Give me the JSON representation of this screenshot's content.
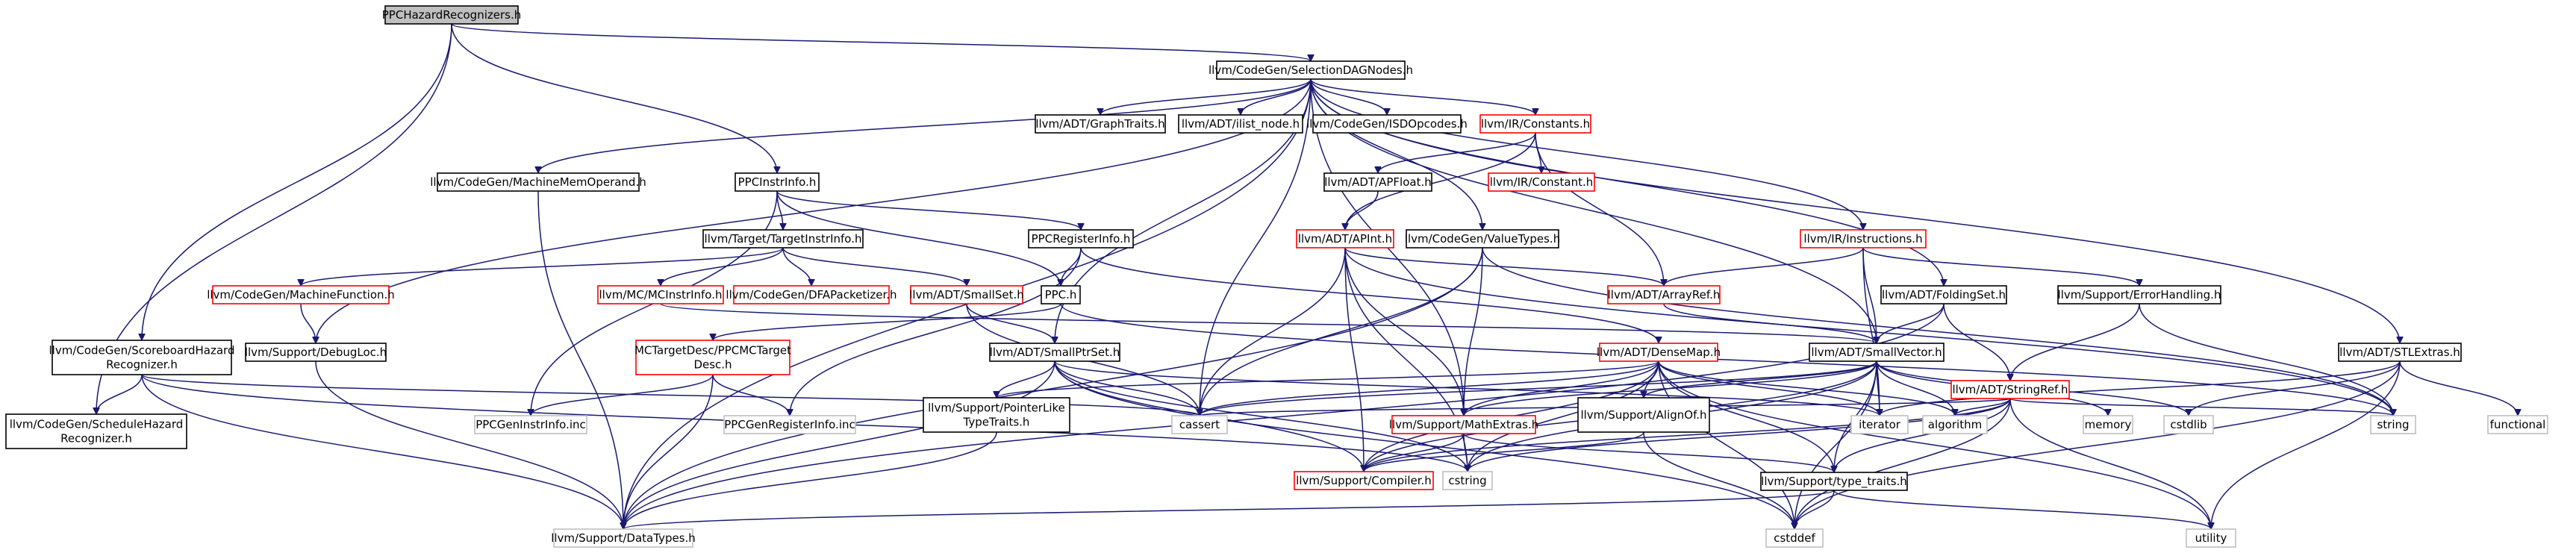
{
  "colors": {
    "edge": "#191970",
    "border_default": "#000000",
    "border_missing": "#ff0000",
    "border_external": "#bfbfbf",
    "fill_root": "#bfbfbf",
    "fill_default": "#ffffff"
  },
  "nodes": [
    {
      "id": "ppchr",
      "label": "PPCHazardRecognizers.h",
      "style": "root"
    },
    {
      "id": "sdn",
      "label": "llvm/CodeGen/SelectionDAGNodes.h",
      "style": "default"
    },
    {
      "id": "ppcinstr",
      "label": "PPCInstrInfo.h",
      "style": "default"
    },
    {
      "id": "schr",
      "label": [
        "llvm/CodeGen/ScoreboardHazard",
        "Recognizer.h"
      ],
      "style": "default"
    },
    {
      "id": "shr",
      "label": [
        "llvm/CodeGen/ScheduleHazard",
        "Recognizer.h"
      ],
      "style": "default"
    },
    {
      "id": "graphtraits",
      "label": "llvm/ADT/GraphTraits.h",
      "style": "default"
    },
    {
      "id": "ilist",
      "label": "llvm/ADT/ilist_node.h",
      "style": "default"
    },
    {
      "id": "isdop",
      "label": "llvm/CodeGen/ISDOpcodes.h",
      "style": "default"
    },
    {
      "id": "irconst",
      "label": "llvm/IR/Constants.h",
      "style": "missing"
    },
    {
      "id": "mmo",
      "label": "llvm/CodeGen/MachineMemOperand.h",
      "style": "default"
    },
    {
      "id": "apfloat",
      "label": "llvm/ADT/APFloat.h",
      "style": "default"
    },
    {
      "id": "irconstant",
      "label": "llvm/IR/Constant.h",
      "style": "missing"
    },
    {
      "id": "tii",
      "label": "llvm/Target/TargetInstrInfo.h",
      "style": "default"
    },
    {
      "id": "ppcreg",
      "label": "PPCRegisterInfo.h",
      "style": "default"
    },
    {
      "id": "apint",
      "label": "llvm/ADT/APInt.h",
      "style": "missing"
    },
    {
      "id": "vt",
      "label": "llvm/CodeGen/ValueTypes.h",
      "style": "default"
    },
    {
      "id": "irinst",
      "label": "llvm/IR/Instructions.h",
      "style": "missing"
    },
    {
      "id": "mf",
      "label": "llvm/CodeGen/MachineFunction.h",
      "style": "missing"
    },
    {
      "id": "mcii",
      "label": "llvm/MC/MCInstrInfo.h",
      "style": "missing"
    },
    {
      "id": "dfa",
      "label": "llvm/CodeGen/DFAPacketizer.h",
      "style": "missing"
    },
    {
      "id": "smallset",
      "label": "llvm/ADT/SmallSet.h",
      "style": "missing"
    },
    {
      "id": "ppch",
      "label": "PPC.h",
      "style": "default"
    },
    {
      "id": "arrayref",
      "label": "llvm/ADT/ArrayRef.h",
      "style": "missing"
    },
    {
      "id": "foldingset",
      "label": "llvm/ADT/FoldingSet.h",
      "style": "default"
    },
    {
      "id": "errh",
      "label": "llvm/Support/ErrorHandling.h",
      "style": "default"
    },
    {
      "id": "stlextras",
      "label": "llvm/ADT/STLExtras.h",
      "style": "default"
    },
    {
      "id": "debugloc",
      "label": "llvm/Support/DebugLoc.h",
      "style": "default"
    },
    {
      "id": "mcppc",
      "label": [
        "MCTargetDesc/PPCMCTarget",
        "Desc.h"
      ],
      "style": "missing"
    },
    {
      "id": "smallptrset",
      "label": "llvm/ADT/SmallPtrSet.h",
      "style": "default"
    },
    {
      "id": "densemap",
      "label": "llvm/ADT/DenseMap.h",
      "style": "missing"
    },
    {
      "id": "smallvector",
      "label": "llvm/ADT/SmallVector.h",
      "style": "default"
    },
    {
      "id": "stringref",
      "label": "llvm/ADT/StringRef.h",
      "style": "missing"
    },
    {
      "id": "ppcgeninstr",
      "label": "PPCGenInstrInfo.inc",
      "style": "external"
    },
    {
      "id": "ppcgenreg",
      "label": "PPCGenRegisterInfo.inc",
      "style": "external"
    },
    {
      "id": "pointerlike",
      "label": [
        "llvm/Support/PointerLike",
        "TypeTraits.h"
      ],
      "style": "default"
    },
    {
      "id": "cassert",
      "label": "cassert",
      "style": "external"
    },
    {
      "id": "mathextras",
      "label": "llvm/Support/MathExtras.h",
      "style": "missing"
    },
    {
      "id": "alignof",
      "label": [
        "llvm/Support/AlignOf.h",
        ""
      ],
      "style": "default"
    },
    {
      "id": "iterator",
      "label": "iterator",
      "style": "external"
    },
    {
      "id": "algorithm",
      "label": "algorithm",
      "style": "external"
    },
    {
      "id": "memory",
      "label": "memory",
      "style": "external"
    },
    {
      "id": "cstdlib",
      "label": "cstdlib",
      "style": "external"
    },
    {
      "id": "string",
      "label": "string",
      "style": "external"
    },
    {
      "id": "functional",
      "label": "functional",
      "style": "external"
    },
    {
      "id": "compiler",
      "label": "llvm/Support/Compiler.h",
      "style": "missing"
    },
    {
      "id": "cstring",
      "label": "cstring",
      "style": "external"
    },
    {
      "id": "typetraits",
      "label": "llvm/Support/type_traits.h",
      "style": "default"
    },
    {
      "id": "datatypes",
      "label": "llvm/Support/DataTypes.h",
      "style": "external"
    },
    {
      "id": "cstddef",
      "label": "cstddef",
      "style": "external"
    },
    {
      "id": "utility",
      "label": "utility",
      "style": "external"
    }
  ],
  "edges": [
    [
      "ppchr",
      "sdn"
    ],
    [
      "ppchr",
      "ppcinstr"
    ],
    [
      "ppchr",
      "schr"
    ],
    [
      "ppchr",
      "shr"
    ],
    [
      "sdn",
      "graphtraits"
    ],
    [
      "sdn",
      "ilist"
    ],
    [
      "sdn",
      "isdop"
    ],
    [
      "sdn",
      "irconst"
    ],
    [
      "sdn",
      "mmo"
    ],
    [
      "sdn",
      "vt"
    ],
    [
      "sdn",
      "irinst"
    ],
    [
      "sdn",
      "foldingset"
    ],
    [
      "sdn",
      "stlextras"
    ],
    [
      "sdn",
      "debugloc"
    ],
    [
      "sdn",
      "smallptrset"
    ],
    [
      "sdn",
      "smallvector"
    ],
    [
      "sdn",
      "mathextras"
    ],
    [
      "sdn",
      "cassert"
    ],
    [
      "sdn",
      "datatypes"
    ],
    [
      "irconst",
      "apfloat"
    ],
    [
      "irconst",
      "irconstant"
    ],
    [
      "irconst",
      "apint"
    ],
    [
      "irconst",
      "arrayref"
    ],
    [
      "apfloat",
      "apint"
    ],
    [
      "apint",
      "arrayref"
    ],
    [
      "apint",
      "mathextras"
    ],
    [
      "apint",
      "cassert"
    ],
    [
      "apint",
      "cstring"
    ],
    [
      "apint",
      "string"
    ],
    [
      "apint",
      "compiler"
    ],
    [
      "ppcinstr",
      "tii"
    ],
    [
      "ppcinstr",
      "ppcreg"
    ],
    [
      "ppcinstr",
      "ppch"
    ],
    [
      "ppcinstr",
      "ppcgeninstr"
    ],
    [
      "tii",
      "mf"
    ],
    [
      "tii",
      "mcii"
    ],
    [
      "tii",
      "dfa"
    ],
    [
      "tii",
      "smallset"
    ],
    [
      "mf",
      "debugloc"
    ],
    [
      "mcii",
      "smallvector"
    ],
    [
      "smallset",
      "smallptrset"
    ],
    [
      "smallset",
      "cassert"
    ],
    [
      "ppcreg",
      "ppch"
    ],
    [
      "ppcreg",
      "ppcgenreg"
    ],
    [
      "ppcreg",
      "densemap"
    ],
    [
      "ppch",
      "mcppc"
    ],
    [
      "ppch",
      "string"
    ],
    [
      "mcppc",
      "datatypes"
    ],
    [
      "mcppc",
      "ppcgeninstr"
    ],
    [
      "mcppc",
      "ppcgenreg"
    ],
    [
      "vt",
      "mathextras"
    ],
    [
      "vt",
      "datatypes"
    ],
    [
      "vt",
      "cassert"
    ],
    [
      "vt",
      "string"
    ],
    [
      "irinst",
      "arrayref"
    ],
    [
      "irinst",
      "smallvector"
    ],
    [
      "irinst",
      "errh"
    ],
    [
      "irinst",
      "iterator"
    ],
    [
      "arrayref",
      "smallvector"
    ],
    [
      "foldingset",
      "smallvector"
    ],
    [
      "foldingset",
      "stringref"
    ],
    [
      "foldingset",
      "datatypes"
    ],
    [
      "errh",
      "stringref"
    ],
    [
      "errh",
      "string"
    ],
    [
      "stlextras",
      "cstddef"
    ],
    [
      "stlextras",
      "cstdlib"
    ],
    [
      "stlextras",
      "functional"
    ],
    [
      "stlextras",
      "iterator"
    ],
    [
      "stlextras",
      "utility"
    ],
    [
      "debugloc",
      "datatypes"
    ],
    [
      "smallptrset",
      "pointerlike"
    ],
    [
      "smallptrset",
      "cassert"
    ],
    [
      "smallptrset",
      "cstddef"
    ],
    [
      "smallptrset",
      "cstring"
    ],
    [
      "smallptrset",
      "iterator"
    ],
    [
      "smallptrset",
      "compiler"
    ],
    [
      "smallptrset",
      "datatypes"
    ],
    [
      "densemap",
      "alignof"
    ],
    [
      "densemap",
      "mathextras"
    ],
    [
      "densemap",
      "pointerlike"
    ],
    [
      "densemap",
      "typetraits"
    ],
    [
      "densemap",
      "algorithm"
    ],
    [
      "densemap",
      "cassert"
    ],
    [
      "densemap",
      "cstddef"
    ],
    [
      "densemap",
      "iterator"
    ],
    [
      "densemap",
      "utility"
    ],
    [
      "densemap",
      "compiler"
    ],
    [
      "densemap",
      "cstring"
    ],
    [
      "smallvector",
      "alignof"
    ],
    [
      "smallvector",
      "compiler"
    ],
    [
      "smallvector",
      "mathextras"
    ],
    [
      "smallvector",
      "typetraits"
    ],
    [
      "smallvector",
      "algorithm"
    ],
    [
      "smallvector",
      "cassert"
    ],
    [
      "smallvector",
      "cstddef"
    ],
    [
      "smallvector",
      "cstdlib"
    ],
    [
      "smallvector",
      "cstring"
    ],
    [
      "smallvector",
      "iterator"
    ],
    [
      "smallvector",
      "memory"
    ],
    [
      "stringref",
      "algorithm"
    ],
    [
      "stringref",
      "cassert"
    ],
    [
      "stringref",
      "cstring"
    ],
    [
      "stringref",
      "string"
    ],
    [
      "stringref",
      "utility"
    ],
    [
      "stringref",
      "typetraits"
    ],
    [
      "stringref",
      "cstddef"
    ],
    [
      "stringref",
      "compiler"
    ],
    [
      "schr",
      "shr"
    ],
    [
      "schr",
      "cassert"
    ],
    [
      "schr",
      "datatypes"
    ],
    [
      "schr",
      "cstring"
    ],
    [
      "pointerlike",
      "datatypes"
    ],
    [
      "mathextras",
      "compiler"
    ],
    [
      "mathextras",
      "cstring"
    ],
    [
      "mathextras",
      "typetraits"
    ],
    [
      "alignof",
      "compiler"
    ],
    [
      "alignof",
      "cstddef"
    ],
    [
      "typetraits",
      "datatypes"
    ],
    [
      "typetraits",
      "cstddef"
    ],
    [
      "typetraits",
      "utility"
    ],
    [
      "mmo",
      "datatypes"
    ]
  ]
}
